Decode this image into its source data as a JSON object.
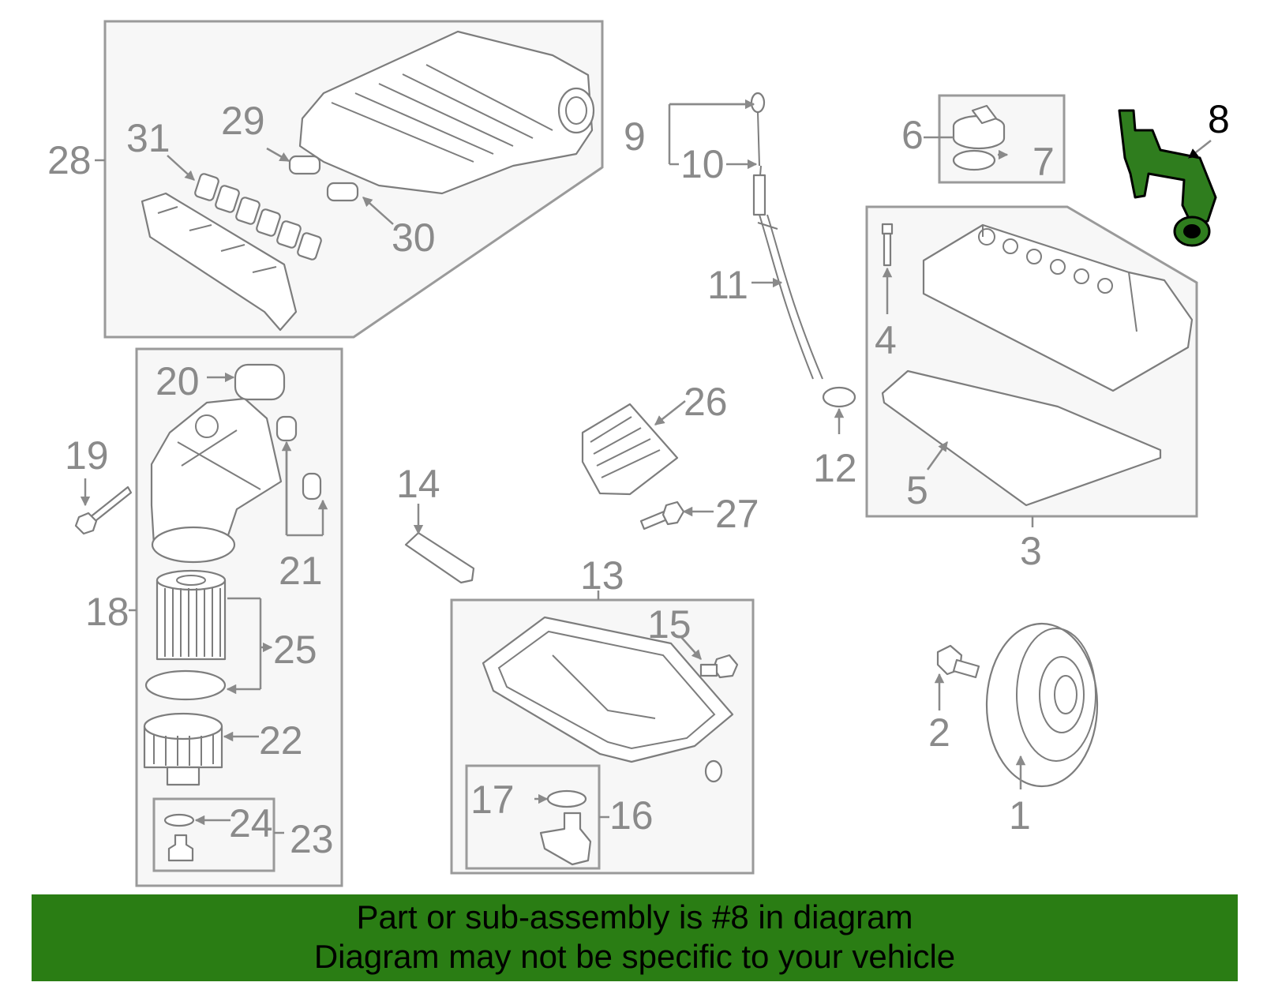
{
  "labels": {
    "n1": "1",
    "n2": "2",
    "n3": "3",
    "n4": "4",
    "n5": "5",
    "n6": "6",
    "n7": "7",
    "n8": "8",
    "n9": "9",
    "n10": "10",
    "n11": "11",
    "n12": "12",
    "n13": "13",
    "n14": "14",
    "n15": "15",
    "n16": "16",
    "n17": "17",
    "n18": "18",
    "n19": "19",
    "n20": "20",
    "n21": "21",
    "n22": "22",
    "n23": "23",
    "n24": "24",
    "n25": "25",
    "n26": "26",
    "n27": "27",
    "n28": "28",
    "n29": "29",
    "n30": "30",
    "n31": "31"
  },
  "highlight_part": "8",
  "colors": {
    "highlight": "#2f7d1e",
    "banner": "#2a7d14",
    "parts": "#7d7d7d"
  },
  "banner": {
    "line1": "Part or sub-assembly is #8 in diagram",
    "line2": "Diagram may not be specific to your vehicle"
  }
}
